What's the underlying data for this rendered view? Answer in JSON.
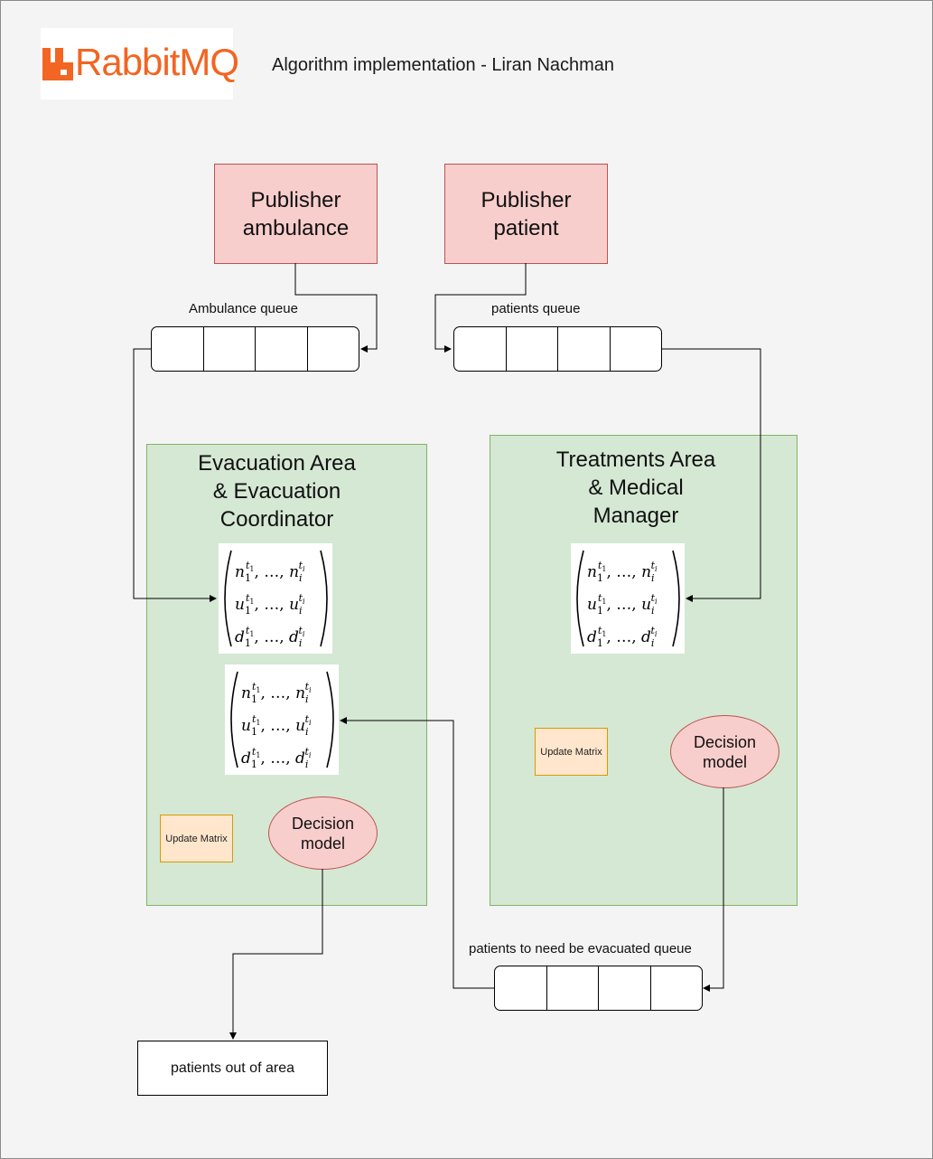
{
  "header": {
    "logo_text": "RabbitMQ",
    "title": "Algorithm implementation - Liran Nachman"
  },
  "publishers": {
    "ambulance": "Publisher\nambulance",
    "patient": "Publisher\npatient"
  },
  "queues": {
    "ambulance_label": "Ambulance queue",
    "patients_label": "patients queue",
    "evacuated_label": "patients to need be evacuated queue"
  },
  "evacuation_area": {
    "title": "Evacuation Area\n& Evacuation\nCoordinator",
    "update_label": "Update Matrix",
    "decision_label": "Decision\nmodel"
  },
  "treatments_area": {
    "title": "Treatments Area\n& Medical\nManager",
    "update_label": "Update Matrix",
    "decision_label": "Decision\nmodel"
  },
  "matrix": {
    "rows": [
      {
        "var": "n"
      },
      {
        "var": "u"
      },
      {
        "var": "d"
      }
    ],
    "sub_first": "1",
    "sub_last": "i",
    "sup_first": "t",
    "sup_first_sub": "1",
    "sup_last": "t",
    "sup_last_sub": "i",
    "ellipsis": "…"
  },
  "output": {
    "label": "patients out of area"
  },
  "colors": {
    "publisher_fill": "#f8cecc",
    "publisher_stroke": "#b85450",
    "area_fill": "#d5e8d4",
    "area_stroke": "#82b366",
    "update_fill": "#ffe6cc",
    "update_stroke": "#d79b00",
    "logo": "#f26522"
  }
}
